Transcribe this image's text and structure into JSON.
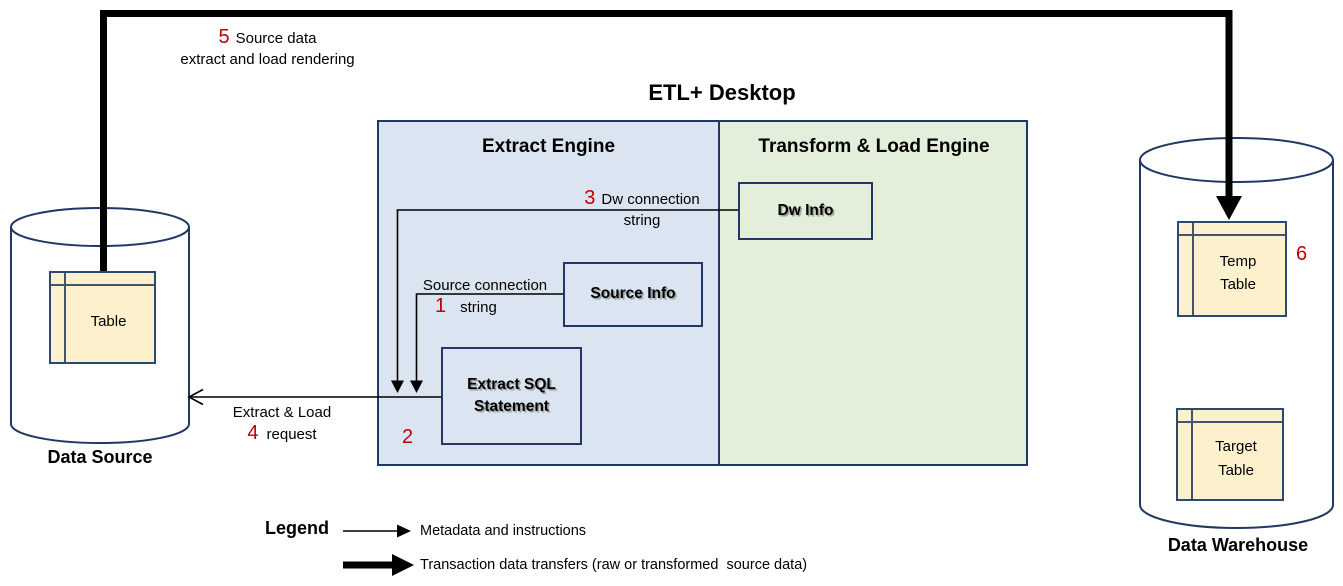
{
  "diagram_title": "ETL+ Desktop",
  "panels": {
    "extract_engine": {
      "title": "Extract Engine"
    },
    "transform_load_engine": {
      "title": "Transform & Load Engine"
    }
  },
  "boxes": {
    "dw_info": "Dw Info",
    "source_info": "Source Info",
    "extract_sql": "Extract SQL\nStatement"
  },
  "data_source": {
    "label": "Data Source",
    "table": "Table"
  },
  "data_warehouse": {
    "label": "Data Warehouse",
    "temp_table": "Temp\nTable",
    "target_table": "Target\nTable"
  },
  "callouts": {
    "n1": {
      "num": "1",
      "line1": "Source connection",
      "line2": "string"
    },
    "n2": {
      "num": "2"
    },
    "n3": {
      "num": "3",
      "line1": "Dw connection",
      "line2": "string"
    },
    "n4": {
      "num": "4",
      "line1": "Extract & Load",
      "line2": "request"
    },
    "n5": {
      "num": "5",
      "line1": "Source data",
      "line2": "extract and load rendering"
    },
    "n6": {
      "num": "6"
    }
  },
  "legend": {
    "title": "Legend",
    "thin_arrow_label": "Metadata and instructions",
    "thick_arrow_label": "Transaction data transfers (raw or transformed  source data)"
  },
  "colors": {
    "accent_red": "#c00000",
    "border_navy": "#1f3864",
    "panel_blue": "#dbe5f1",
    "panel_green": "#e4efdb",
    "table_yellow": "#fdf0cc",
    "arrow_black": "#000000"
  }
}
